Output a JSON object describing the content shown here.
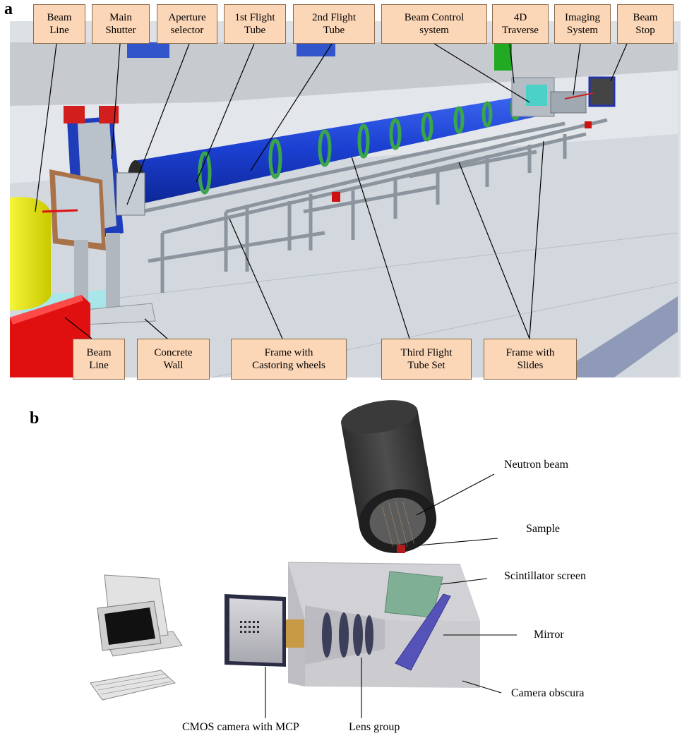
{
  "panel_a": {
    "letter": "a",
    "labels": [
      {
        "id": "beam-line-top",
        "text": "Beam\nLine"
      },
      {
        "id": "main-shutter",
        "text": "Main\nShutter"
      },
      {
        "id": "aperture-selector",
        "text": "Aperture\nselector"
      },
      {
        "id": "1st-flight-tube",
        "text": "1st Flight\nTube"
      },
      {
        "id": "2nd-flight-tube",
        "text": "2nd Flight\nTube"
      },
      {
        "id": "beam-control-system",
        "text": "Beam Control\nsystem"
      },
      {
        "id": "4d-traverse",
        "text": "4D\nTraverse"
      },
      {
        "id": "imaging-system",
        "text": "Imaging\nSystem"
      },
      {
        "id": "beam-stop",
        "text": "Beam\nStop"
      },
      {
        "id": "beam-line-bottom",
        "text": "Beam\nLine"
      },
      {
        "id": "concrete-wall",
        "text": "Concrete\nWall"
      },
      {
        "id": "frame-castoring",
        "text": "Frame with\nCastoring wheels"
      },
      {
        "id": "third-flight-tube",
        "text": "Third      Flight\nTube Set"
      },
      {
        "id": "frame-slides",
        "text": "Frame with\nSlides"
      }
    ]
  },
  "panel_b": {
    "letter": "b",
    "labels": [
      {
        "id": "neutron-beam",
        "text": "Neutron beam"
      },
      {
        "id": "sample",
        "text": "Sample"
      },
      {
        "id": "scintillator-screen",
        "text": "Scintillator screen"
      },
      {
        "id": "mirror",
        "text": "Mirror"
      },
      {
        "id": "camera-obscura",
        "text": "Camera obscura"
      },
      {
        "id": "cmos-camera",
        "text": "CMOS camera with MCP"
      },
      {
        "id": "lens-group",
        "text": "Lens group"
      }
    ]
  },
  "colors": {
    "label_fill": "#fbd6b7",
    "tube_blue": "#1a44d8",
    "ring_green": "#3aa54a",
    "frame_gray": "#9aa3ad",
    "beam_yellow": "#e6e60a",
    "block_red": "#e01010"
  }
}
